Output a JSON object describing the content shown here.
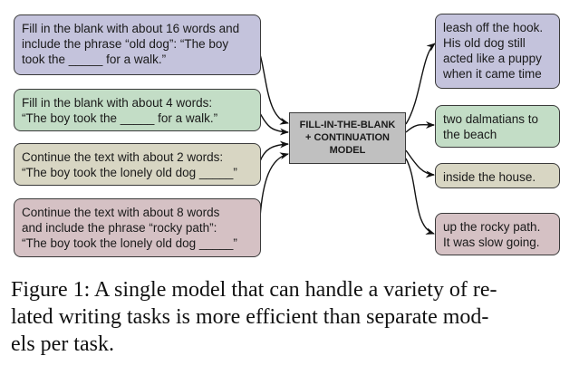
{
  "inputs": [
    {
      "text": "Fill in the blank with about 16 words and\ninclude the phrase “old dog”: “The boy\ntook the _____ for a walk.”",
      "color": "#c4c3dc"
    },
    {
      "text": "Fill in the blank with about 4 words:\n“The boy took the _____ for a walk.”",
      "color": "#c3ddc6"
    },
    {
      "text": "Continue the text with about 2 words:\n“The boy took the lonely old dog _____”",
      "color": "#d8d6c3"
    },
    {
      "text": "Continue the text with about 8 words\nand include the phrase “rocky path”:\n“The boy took the lonely old dog _____”",
      "color": "#d5c1c4"
    }
  ],
  "model": {
    "label": "FILL-IN-THE-BLANK\n+ CONTINUATION\nMODEL",
    "color": "#c0c0c0"
  },
  "outputs": [
    {
      "text": "leash off the hook.\nHis old dog still\nacted like a puppy\nwhen it came time",
      "color": "#c4c3dc"
    },
    {
      "text": "two dalmatians to\nthe beach",
      "color": "#c3ddc6"
    },
    {
      "text": "inside the house.",
      "color": "#d8d6c3"
    },
    {
      "text": "up the rocky path.\nIt was slow going.",
      "color": "#d5c1c4"
    }
  ],
  "caption": "Figure 1: A single model that can handle a variety of re-\nlated writing tasks is more efficient than separate mod-\nels per task."
}
